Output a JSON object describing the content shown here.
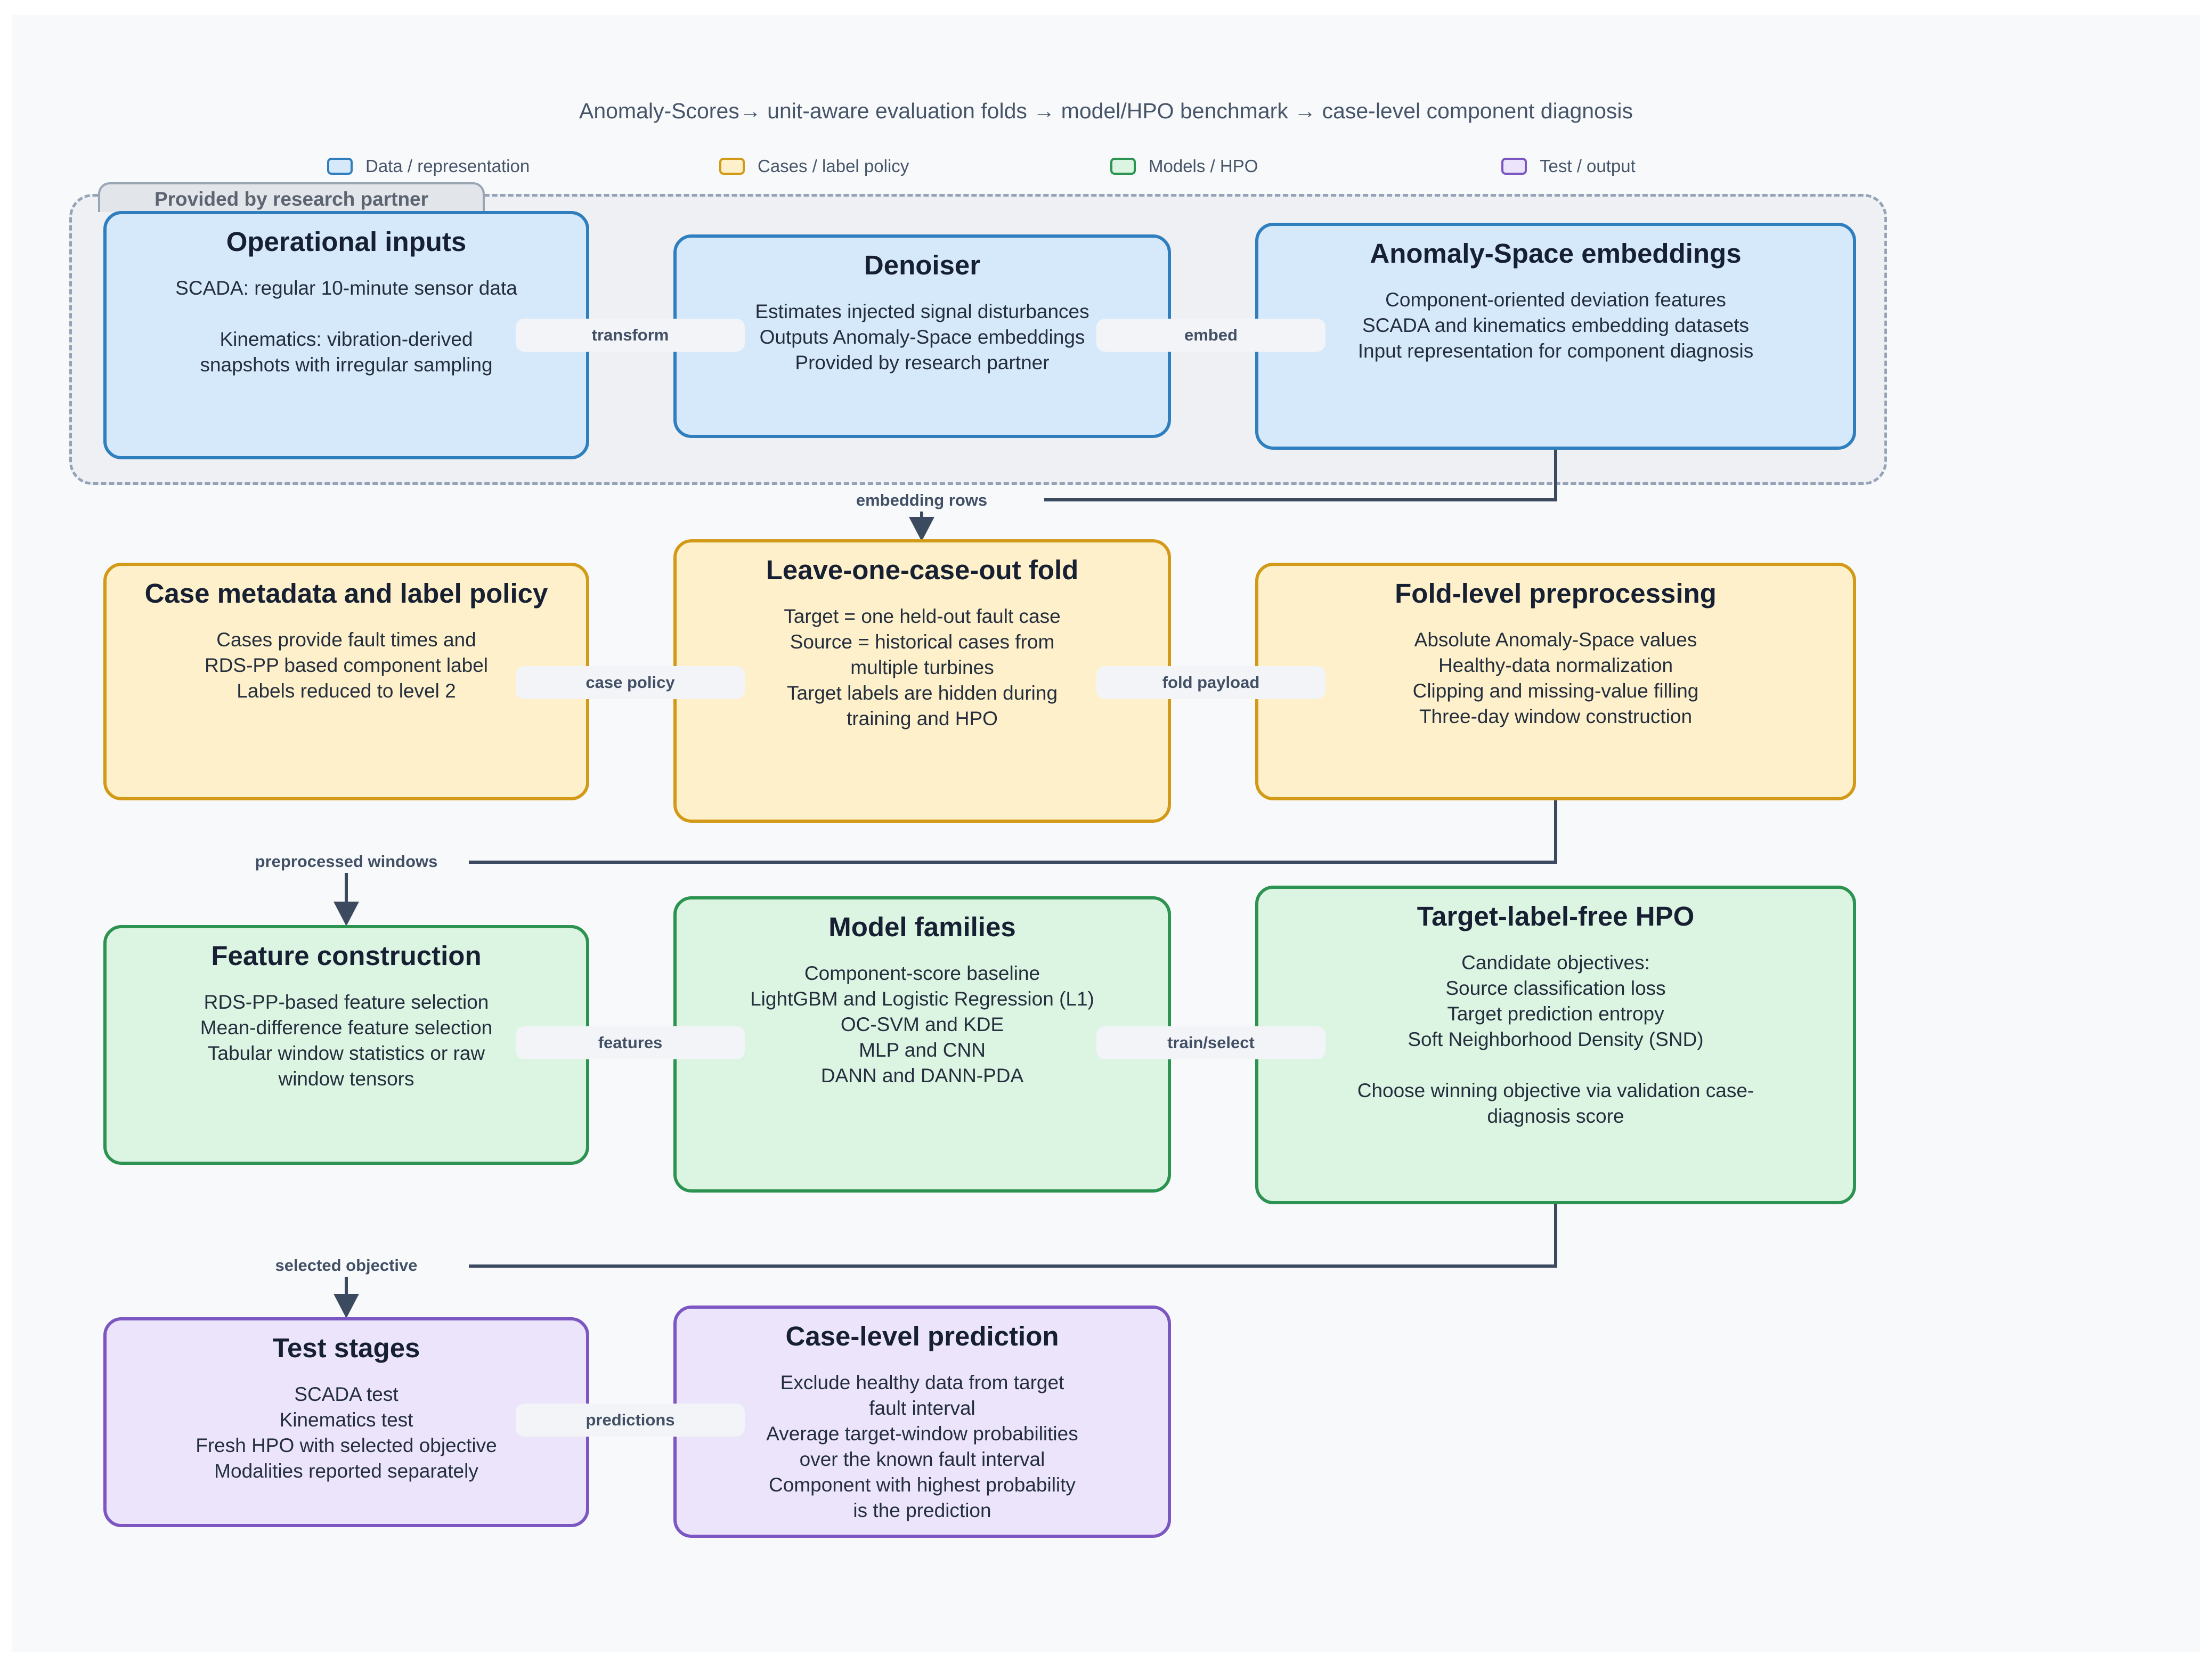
{
  "title": "Anomaly-Scores→ unit-aware evaluation folds → model/HPO benchmark → case-level component diagnosis",
  "legend": [
    {
      "label": "Data / representation",
      "color": "#2f7fbe",
      "fill": "#d6e9fb"
    },
    {
      "label": "Cases / label policy",
      "color": "#d39a18",
      "fill": "#fdf0ca"
    },
    {
      "label": "Models / HPO",
      "color": "#2d9350",
      "fill": "#dcf4e2"
    },
    {
      "label": "Test / output",
      "color": "#7d57c1",
      "fill": "#ebe4fb"
    }
  ],
  "group": {
    "label": "Provided by research partner"
  },
  "nodes": {
    "operational_inputs": {
      "title": "Operational inputs",
      "lines": [
        "SCADA: regular 10-minute sensor data",
        "",
        "Kinematics: vibration-derived",
        "snapshots with irregular sampling"
      ]
    },
    "denoiser": {
      "title": "Denoiser",
      "lines": [
        "Estimates injected signal disturbances",
        "Outputs Anomaly-Space embeddings",
        "Provided by research partner"
      ]
    },
    "embeddings": {
      "title": "Anomaly-Space embeddings",
      "lines": [
        "Component-oriented deviation features",
        "SCADA and kinematics embedding datasets",
        "Input representation for component diagnosis"
      ]
    },
    "case_metadata": {
      "title": "Case metadata and label policy",
      "lines": [
        "Cases provide fault times and",
        "RDS-PP based component label",
        "Labels reduced to level 2"
      ]
    },
    "loco_fold": {
      "title": "Leave-one-case-out fold",
      "lines": [
        "Target = one held-out fault case",
        "Source = historical cases from",
        "multiple turbines",
        "Target labels are hidden during",
        "training and HPO"
      ]
    },
    "fold_preprocessing": {
      "title": "Fold-level preprocessing",
      "lines": [
        "Absolute Anomaly-Space values",
        "Healthy-data normalization",
        "Clipping and missing-value filling",
        "Three-day window construction"
      ]
    },
    "feature_construction": {
      "title": "Feature construction",
      "lines": [
        "RDS-PP-based feature selection",
        "Mean-difference feature selection",
        "Tabular window statistics or raw",
        "window tensors"
      ]
    },
    "model_families": {
      "title": "Model families",
      "lines": [
        "Component-score baseline",
        "LightGBM and Logistic Regression (L1)",
        "OC-SVM and KDE",
        "MLP and CNN",
        "DANN and DANN-PDA"
      ]
    },
    "hpo": {
      "title": "Target-label-free HPO",
      "lines": [
        "Candidate objectives:",
        "Source classification loss",
        "Target prediction entropy",
        "Soft Neighborhood Density (SND)",
        "",
        "Choose winning objective via validation case-",
        "diagnosis score"
      ]
    },
    "test_stages": {
      "title": "Test stages",
      "lines": [
        "SCADA test",
        "Kinematics test",
        "Fresh HPO with selected objective",
        "Modalities reported separately"
      ]
    },
    "case_prediction": {
      "title": "Case-level prediction",
      "lines": [
        "Exclude healthy data from target",
        "fault interval",
        "Average target-window probabilities",
        "over the known fault interval",
        "Component with highest probability",
        "is the prediction"
      ]
    }
  },
  "edges": {
    "transform": "transform",
    "embed": "embed",
    "embedding_rows": "embedding rows",
    "case_policy": "case policy",
    "fold_payload": "fold payload",
    "preprocessed_windows": "preprocessed windows",
    "features": "features",
    "train_select": "train/select",
    "selected_objective": "selected objective",
    "predictions": "predictions"
  },
  "colors": {
    "wire": "#3b4a5e"
  }
}
